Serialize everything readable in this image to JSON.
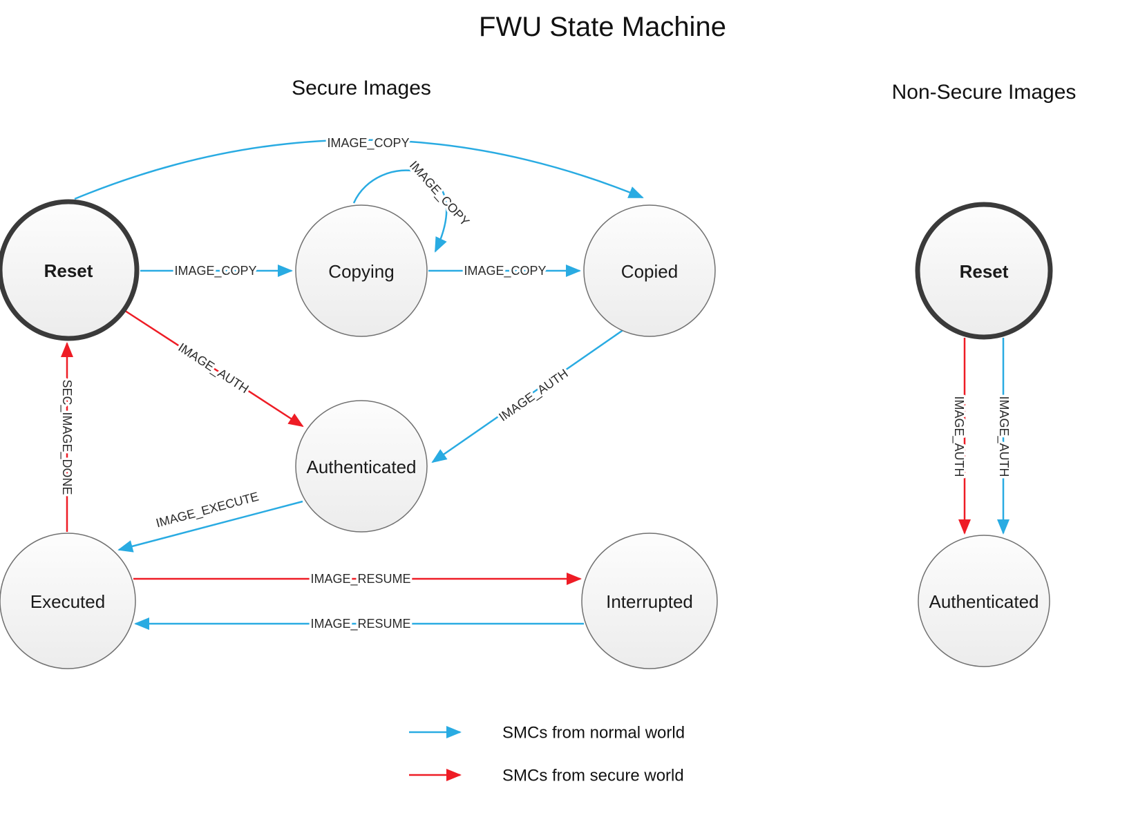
{
  "title": "FWU State Machine",
  "sections": {
    "secure": "Secure Images",
    "non_secure": "Non-Secure Images"
  },
  "states": {
    "secure_reset": "Reset",
    "copying": "Copying",
    "copied": "Copied",
    "authenticated": "Authenticated",
    "executed": "Executed",
    "interrupted": "Interrupted",
    "ns_reset": "Reset",
    "ns_authenticated": "Authenticated"
  },
  "transitions": {
    "reset_copied": "IMAGE_COPY",
    "reset_copying": "IMAGE_COPY",
    "copying_self": "IMAGE_COPY",
    "copying_copied": "IMAGE_COPY",
    "reset_authenticated": "IMAGE_AUTH",
    "copied_authenticated": "IMAGE_AUTH",
    "authenticated_executed": "IMAGE_EXECUTE",
    "executed_reset": "SEC_IMAGE_DONE",
    "executed_interrupted": "IMAGE_RESUME",
    "interrupted_executed": "IMAGE_RESUME",
    "ns_reset_authenticated_secure": "IMAGE_AUTH",
    "ns_reset_authenticated_normal": "IMAGE_AUTH"
  },
  "legend": {
    "normal_world": "SMCs from normal world",
    "secure_world": "SMCs from secure world"
  },
  "colors": {
    "normal_world_arrow": "#29ABE2",
    "secure_world_arrow": "#EE1C25"
  }
}
